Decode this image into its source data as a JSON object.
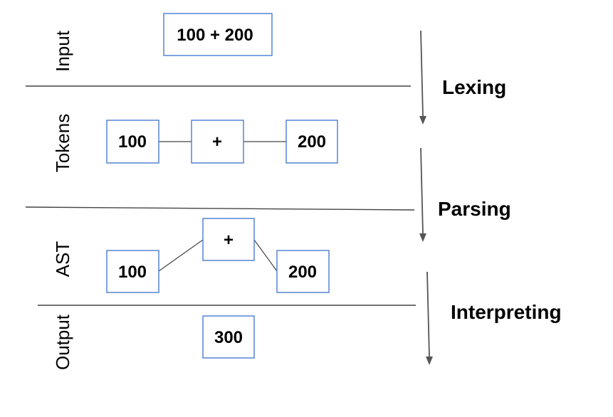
{
  "stages": {
    "input": "Input",
    "tokens": "Tokens",
    "ast": "AST",
    "output": "Output"
  },
  "steps": {
    "lexing": "Lexing",
    "parsing": "Parsing",
    "interpreting": "Interpreting"
  },
  "input_box": "100 + 200",
  "tokens": [
    "100",
    "+",
    "200"
  ],
  "ast": {
    "root": "+",
    "left": "100",
    "right": "200"
  },
  "output_box": "300",
  "colors": {
    "box_border": "#4a7ccf",
    "line": "#444444"
  }
}
